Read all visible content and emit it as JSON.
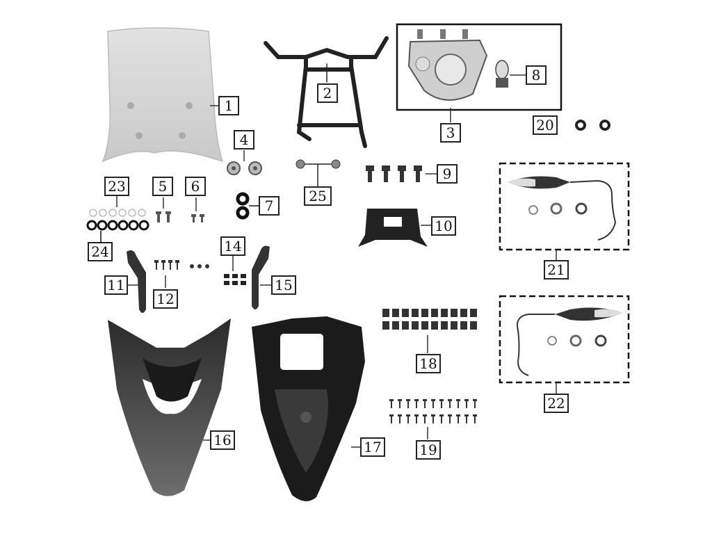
{
  "callouts": {
    "c1": "1",
    "c2": "2",
    "c3": "3",
    "c4": "4",
    "c5": "5",
    "c6": "6",
    "c7": "7",
    "c8": "8",
    "c9": "9",
    "c10": "10",
    "c11": "11",
    "c12": "12",
    "c14": "14",
    "c15": "15",
    "c16": "16",
    "c17": "17",
    "c18": "18",
    "c19": "19",
    "c20": "20",
    "c21": "21",
    "c22": "22",
    "c23": "23",
    "c24": "24",
    "c25": "25"
  },
  "groups": {
    "headlight_assembly": "solid-border",
    "turn_signal_left": "dashed-border",
    "turn_signal_right": "dashed-border"
  }
}
